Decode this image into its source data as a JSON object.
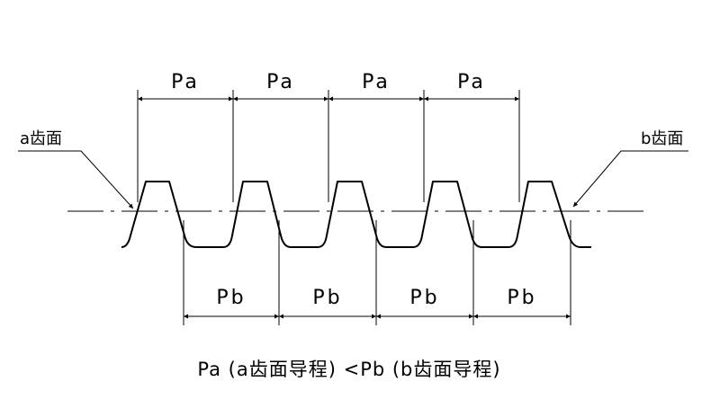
{
  "labels": {
    "pa": [
      "Pa",
      "Pa",
      "Pa",
      "Pa"
    ],
    "pb": [
      "Pb",
      "Pb",
      "Pb",
      "Pb"
    ],
    "a_flank": "a齿面",
    "b_flank": "b齿面",
    "caption": "Pa (a齿面导程) <Pb (b齿面导程)"
  }
}
